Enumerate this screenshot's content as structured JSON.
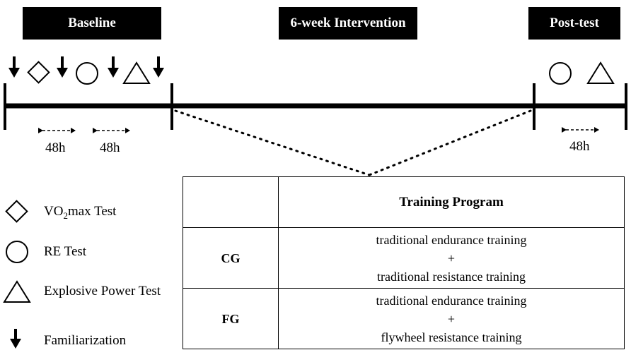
{
  "phases": {
    "baseline": "Baseline",
    "intervention": "6-week Intervention",
    "post": "Post-test"
  },
  "gaps": [
    "48h",
    "48h",
    "48h"
  ],
  "legend": {
    "vo2_prefix": "VO",
    "vo2_sub": "2",
    "vo2_suffix": "max Test",
    "re": "RE Test",
    "power": "Explosive Power Test",
    "familiarization": "Familiarization"
  },
  "table": {
    "header": "Training Program",
    "rows": [
      {
        "group": "CG",
        "line1": "traditional endurance training",
        "plus": "+",
        "line2": "traditional resistance training"
      },
      {
        "group": "FG",
        "line1": "traditional endurance training",
        "plus": "+",
        "line2": "flywheel resistance training"
      }
    ]
  }
}
